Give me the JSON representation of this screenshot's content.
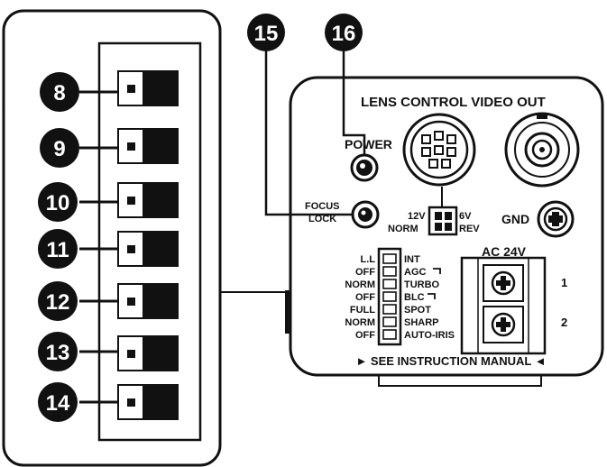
{
  "callouts": {
    "c8": "8",
    "c9": "9",
    "c10": "10",
    "c11": "11",
    "c12": "12",
    "c13": "13",
    "c14": "14",
    "c15": "15",
    "c16": "16"
  },
  "panel": {
    "header": "LENS CONTROL VIDEO OUT",
    "power": "POWER",
    "focus_lock_1": "FOCUS",
    "focus_lock_2": "LOCK",
    "v12": "12V",
    "norm": "NORM",
    "v6": "6V",
    "rev": "REV",
    "gnd": "GND",
    "ac": "AC 24V",
    "term1": "1",
    "term2": "2",
    "footer": "► SEE INSTRUCTION MANUAL ◄"
  },
  "dip_switches": [
    {
      "left": "L.L",
      "right": "INT"
    },
    {
      "left": "OFF",
      "right": "AGC"
    },
    {
      "left": "NORM",
      "right": "TURBO"
    },
    {
      "left": "OFF",
      "right": "BLC"
    },
    {
      "left": "FULL",
      "right": "SPOT"
    },
    {
      "left": "NORM",
      "right": "SHARP"
    },
    {
      "left": "OFF",
      "right": "AUTO-IRIS"
    }
  ]
}
